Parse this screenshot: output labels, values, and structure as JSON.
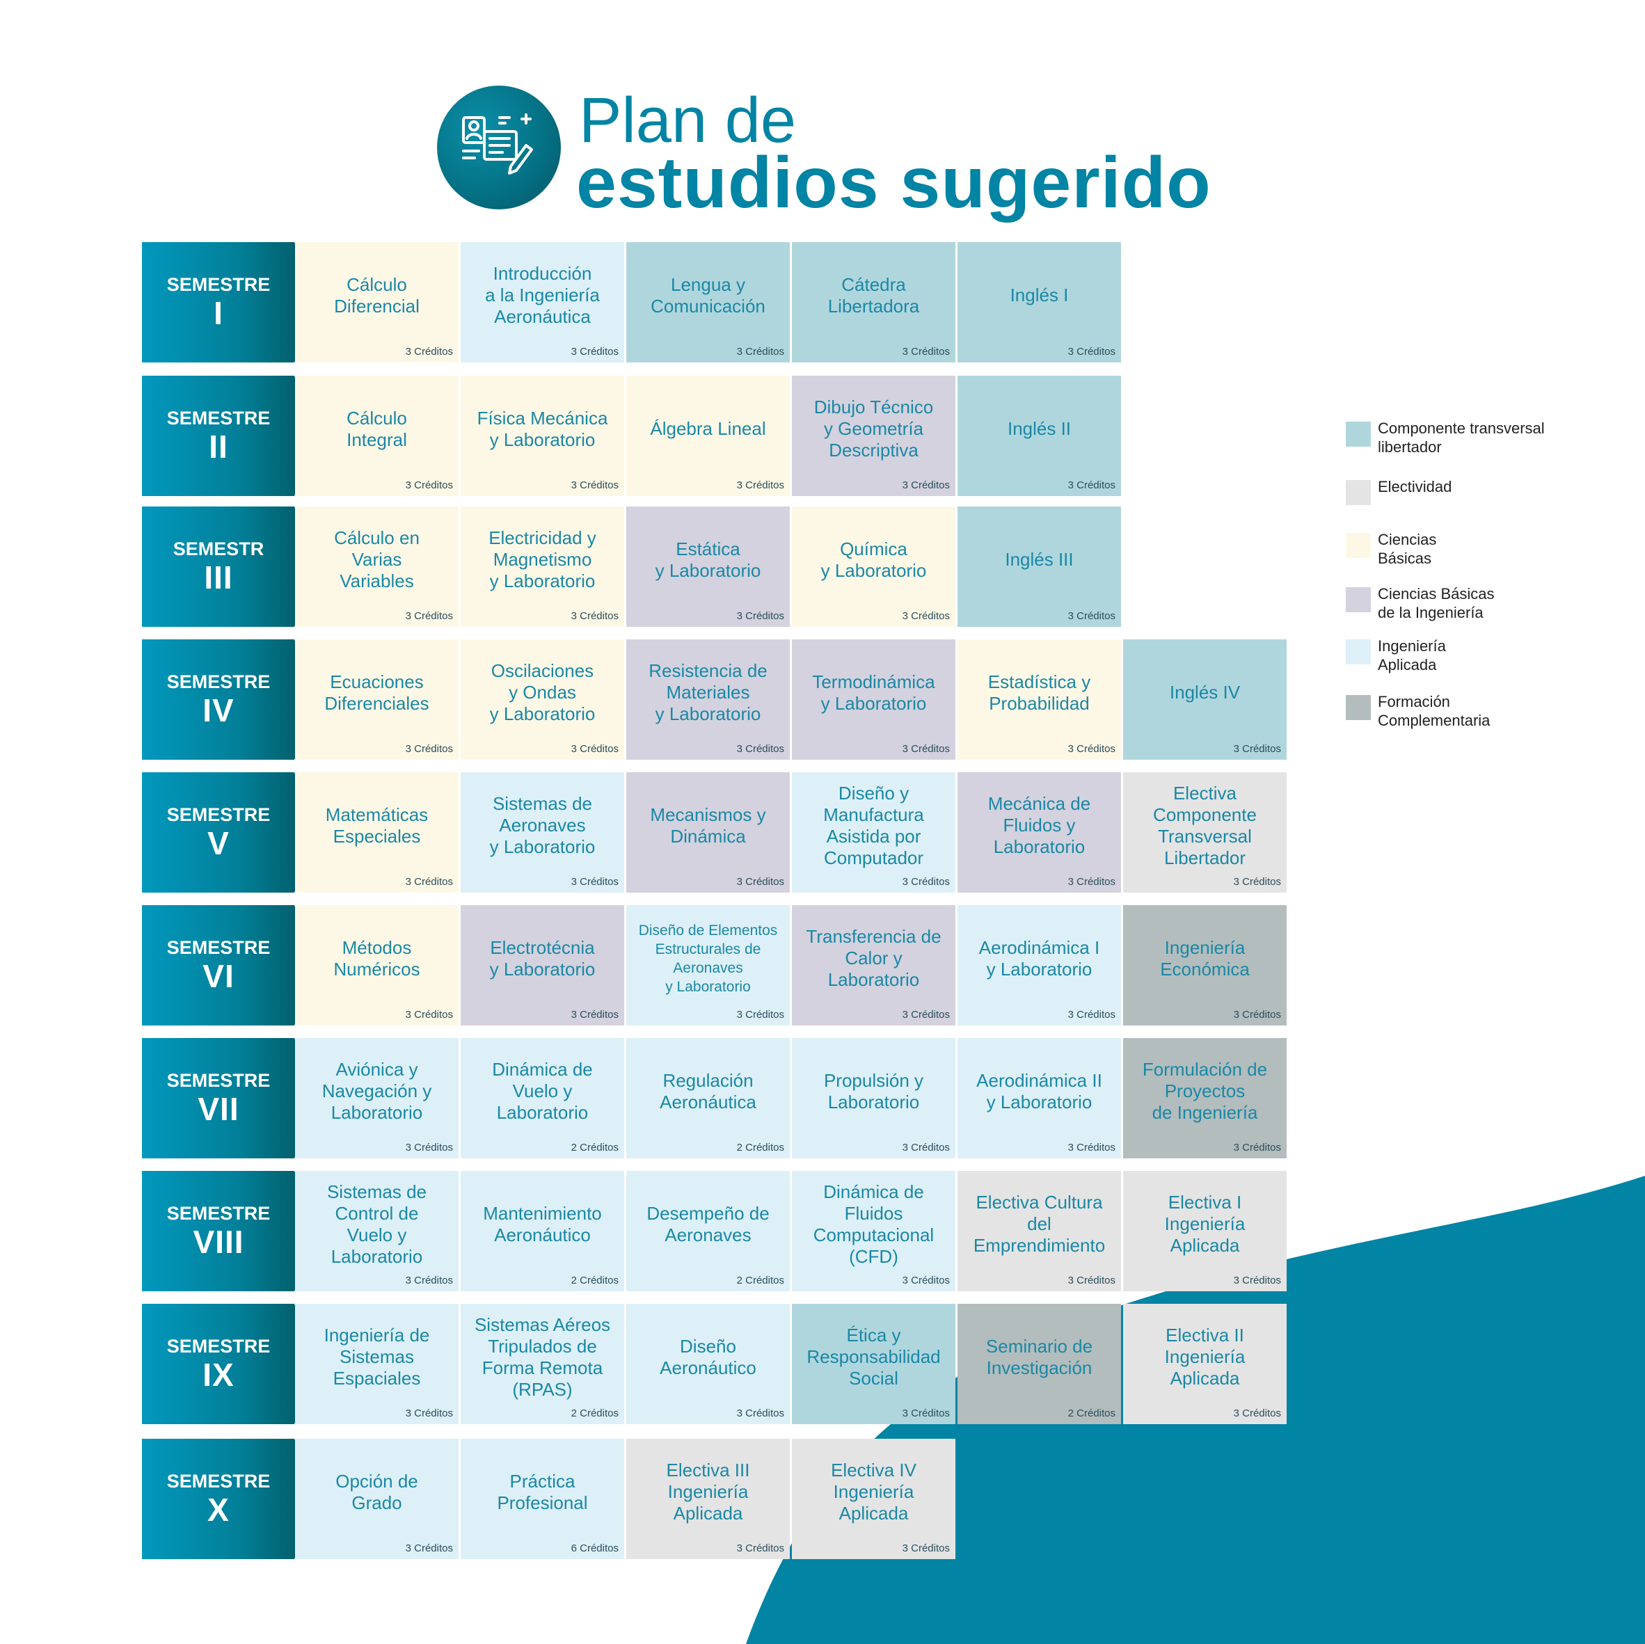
{
  "header": {
    "title_line1": "Plan de",
    "title_line2": "estudios sugerido",
    "icon": "study-plan-icon"
  },
  "colors": {
    "title": "#0284a4",
    "semester_gradient": [
      "#0298bd",
      "#03545c"
    ],
    "Componente transversal libertador": "#b0d6dd",
    "Electividad": "#e4e4e4",
    "Ciencias Básicas": "#fdf8e6",
    "Ciencias Básicas de la Ingeniería": "#d4d2de",
    "Ingeniería Aplicada": "#ddf0f8",
    "Formación Complementaria": "#b3bdbd",
    "course_text": "#1a88a6",
    "background_shape": "#0284a4"
  },
  "legend": [
    {
      "key": "transversal",
      "label": "Componente transversal\nlibertador"
    },
    {
      "key": "electividad",
      "label": "Electividad"
    },
    {
      "key": "basicas",
      "label": "Ciencias\nBásicas"
    },
    {
      "key": "ingbasicas",
      "label": "Ciencias Básicas\nde la Ingeniería"
    },
    {
      "key": "aplicada",
      "label": "Ingeniería\nAplicada"
    },
    {
      "key": "complementaria",
      "label": "Formación\nComplementaria"
    }
  ],
  "semesters": [
    {
      "word": "SEMESTRE",
      "numeral": "I",
      "courses": [
        {
          "name": "Cálculo\nDiferencial",
          "credits": "3 Créditos",
          "category": "basicas"
        },
        {
          "name": "Introducción\na la Ingeniería\nAeronáutica",
          "credits": "3 Créditos",
          "category": "aplicada"
        },
        {
          "name": "Lengua y\nComunicación",
          "credits": "3 Créditos",
          "category": "transversal"
        },
        {
          "name": "Cátedra\nLibertadora",
          "credits": "3 Créditos",
          "category": "transversal"
        },
        {
          "name": "Inglés I",
          "credits": "3 Créditos",
          "category": "transversal"
        }
      ]
    },
    {
      "word": "SEMESTRE",
      "numeral": "II",
      "courses": [
        {
          "name": "Cálculo\nIntegral",
          "credits": "3 Créditos",
          "category": "basicas"
        },
        {
          "name": "Física Mecánica\ny Laboratorio",
          "credits": "3 Créditos",
          "category": "basicas"
        },
        {
          "name": "Álgebra Lineal",
          "credits": "3 Créditos",
          "category": "basicas"
        },
        {
          "name": "Dibujo Técnico\ny Geometría\nDescriptiva",
          "credits": "3 Créditos",
          "category": "ingbasicas"
        },
        {
          "name": "Inglés II",
          "credits": "3 Créditos",
          "category": "transversal"
        }
      ]
    },
    {
      "word": "SEMESTR",
      "numeral": "III",
      "courses": [
        {
          "name": "Cálculo en\nVarias\nVariables",
          "credits": "3 Créditos",
          "category": "basicas"
        },
        {
          "name": "Electricidad y\nMagnetismo\ny Laboratorio",
          "credits": "3 Créditos",
          "category": "basicas"
        },
        {
          "name": "Estática\ny Laboratorio",
          "credits": "3 Créditos",
          "category": "ingbasicas"
        },
        {
          "name": "Química\ny Laboratorio",
          "credits": "3 Créditos",
          "category": "basicas"
        },
        {
          "name": "Inglés III",
          "credits": "3 Créditos",
          "category": "transversal"
        }
      ]
    },
    {
      "word": "SEMESTRE",
      "numeral": "IV",
      "courses": [
        {
          "name": "Ecuaciones\nDiferenciales",
          "credits": "3 Créditos",
          "category": "basicas"
        },
        {
          "name": "Oscilaciones\ny Ondas\ny Laboratorio",
          "credits": "3 Créditos",
          "category": "basicas"
        },
        {
          "name": "Resistencia de\nMateriales\ny Laboratorio",
          "credits": "3 Créditos",
          "category": "ingbasicas"
        },
        {
          "name": "Termodinámica\ny Laboratorio",
          "credits": "3 Créditos",
          "category": "ingbasicas"
        },
        {
          "name": "Estadística y\nProbabilidad",
          "credits": "3 Créditos",
          "category": "basicas"
        },
        {
          "name": "Inglés IV",
          "credits": "3 Créditos",
          "category": "transversal"
        }
      ]
    },
    {
      "word": "SEMESTRE",
      "numeral": "V",
      "courses": [
        {
          "name": "Matemáticas\nEspeciales",
          "credits": "3 Créditos",
          "category": "basicas"
        },
        {
          "name": "Sistemas de\nAeronaves\ny Laboratorio",
          "credits": "3 Créditos",
          "category": "aplicada"
        },
        {
          "name": "Mecanismos y\nDinámica",
          "credits": "3 Créditos",
          "category": "ingbasicas"
        },
        {
          "name": "Diseño y\nManufactura\nAsistida por\nComputador",
          "credits": "3 Créditos",
          "category": "aplicada"
        },
        {
          "name": "Mecánica de\nFluidos y\nLaboratorio",
          "credits": "3 Créditos",
          "category": "ingbasicas"
        },
        {
          "name": "Electiva\nComponente\nTransversal\nLibertador",
          "credits": "3 Créditos",
          "category": "electividad"
        }
      ]
    },
    {
      "word": "SEMESTRE",
      "numeral": "VI",
      "courses": [
        {
          "name": "Métodos\nNuméricos",
          "credits": "3 Créditos",
          "category": "basicas"
        },
        {
          "name": "Electrotécnia\ny Laboratorio",
          "credits": "3 Créditos",
          "category": "ingbasicas"
        },
        {
          "name": "Diseño de Elementos\nEstructurales de\nAeronaves\ny Laboratorio",
          "credits": "3 Créditos",
          "category": "aplicada",
          "small": true
        },
        {
          "name": "Transferencia de\nCalor y\nLaboratorio",
          "credits": "3 Créditos",
          "category": "ingbasicas"
        },
        {
          "name": "Aerodinámica I\ny Laboratorio",
          "credits": "3 Créditos",
          "category": "aplicada"
        },
        {
          "name": "Ingeniería\nEconómica",
          "credits": "3 Créditos",
          "category": "complementaria"
        }
      ]
    },
    {
      "word": "SEMESTRE",
      "numeral": "VII",
      "courses": [
        {
          "name": "Aviónica y\nNavegación y\nLaboratorio",
          "credits": "3 Créditos",
          "category": "aplicada"
        },
        {
          "name": "Dinámica de\nVuelo y\nLaboratorio",
          "credits": "2 Créditos",
          "category": "aplicada"
        },
        {
          "name": "Regulación\nAeronáutica",
          "credits": "2 Créditos",
          "category": "aplicada"
        },
        {
          "name": "Propulsión y\nLaboratorio",
          "credits": "3 Créditos",
          "category": "aplicada"
        },
        {
          "name": "Aerodinámica II\ny Laboratorio",
          "credits": "3 Créditos",
          "category": "aplicada"
        },
        {
          "name": "Formulación de\nProyectos\nde Ingeniería",
          "credits": "3 Créditos",
          "category": "complementaria"
        }
      ]
    },
    {
      "word": "SEMESTRE",
      "numeral": "VIII",
      "courses": [
        {
          "name": "Sistemas de\nControl de\nVuelo y\nLaboratorio",
          "credits": "3 Créditos",
          "category": "aplicada"
        },
        {
          "name": "Mantenimiento\nAeronáutico",
          "credits": "2 Créditos",
          "category": "aplicada"
        },
        {
          "name": "Desempeño de\nAeronaves",
          "credits": "2 Créditos",
          "category": "aplicada"
        },
        {
          "name": "Dinámica de\nFluidos\nComputacional\n(CFD)",
          "credits": "3 Créditos",
          "category": "aplicada"
        },
        {
          "name": "Electiva Cultura\ndel\nEmprendimiento",
          "credits": "3 Créditos",
          "category": "electividad"
        },
        {
          "name": "Electiva I\nIngeniería\nAplicada",
          "credits": "3 Créditos",
          "category": "electividad"
        }
      ]
    },
    {
      "word": "SEMESTRE",
      "numeral": "IX",
      "courses": [
        {
          "name": "Ingeniería de\nSistemas\nEspaciales",
          "credits": "3 Créditos",
          "category": "aplicada"
        },
        {
          "name": "Sistemas Aéreos\nTripulados de\nForma Remota\n(RPAS)",
          "credits": "2 Créditos",
          "category": "aplicada"
        },
        {
          "name": "Diseño\nAeronáutico",
          "credits": "3 Créditos",
          "category": "aplicada"
        },
        {
          "name": "Ética y\nResponsabilidad\nSocial",
          "credits": "3 Créditos",
          "category": "transversal"
        },
        {
          "name": "Seminario de\nInvestigación",
          "credits": "2 Créditos",
          "category": "complementaria"
        },
        {
          "name": "Electiva II\nIngeniería\nAplicada",
          "credits": "3 Créditos",
          "category": "electividad"
        }
      ]
    },
    {
      "word": "SEMESTRE",
      "numeral": "X",
      "courses": [
        {
          "name": "Opción de\nGrado",
          "credits": "3 Créditos",
          "category": "aplicada"
        },
        {
          "name": "Práctica\nProfesional",
          "credits": "6 Créditos",
          "category": "aplicada"
        },
        {
          "name": "Electiva III\nIngeniería\nAplicada",
          "credits": "3 Créditos",
          "category": "electividad"
        },
        {
          "name": "Electiva IV\nIngeniería\nAplicada",
          "credits": "3 Créditos",
          "category": "electividad"
        }
      ]
    }
  ]
}
